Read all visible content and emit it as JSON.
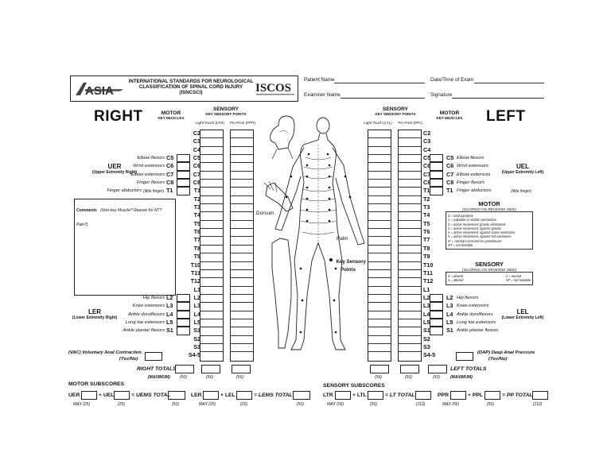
{
  "header": {
    "logo_text": "ASIA",
    "title_lines": [
      "INTERNATIONAL STANDARDS FOR NEUROLOGICAL",
      "CLASSIFICATION OF SPINAL CORD INJURY",
      "(ISNCSCI)"
    ],
    "partner_logo": "ISCOS",
    "patient_name_label": "Patient Name",
    "date_label": "Date/Time of Exam",
    "examiner_label": "Examiner Name",
    "signature_label": "Signature"
  },
  "right": {
    "title": "RIGHT",
    "motor_head": "MOTOR",
    "motor_sub": "KEY MUSCLES",
    "sensory_head": "SENSORY",
    "sensory_sub": "KEY SENSORY POINTS",
    "lt_label": "Light Touch (LTR)",
    "pp_label": "Pin Prick (PPR)",
    "uer_title": "UER",
    "uer_sub": "(Upper Extremity Right)",
    "ler_title": "LER",
    "ler_sub": "(Lower Extremity Right)"
  },
  "left": {
    "title": "LEFT",
    "motor_head": "MOTOR",
    "motor_sub": "KEY MUSCLES",
    "sensory_head": "SENSORY",
    "sensory_sub": "KEY SENSORY POINTS",
    "lt_label": "Light Touch (LTL)",
    "pp_label": "Pin Prick (PPL)",
    "uel_title": "UEL",
    "uel_sub": "(Upper Extremity Left)",
    "lel_title": "LEL",
    "lel_sub": "(Lower Extremity Left)"
  },
  "levels": [
    "C2",
    "C3",
    "C4",
    "C5",
    "C6",
    "C7",
    "C8",
    "T1",
    "T2",
    "T3",
    "T4",
    "T5",
    "T6",
    "T7",
    "T8",
    "T9",
    "T10",
    "T11",
    "T12",
    "L1",
    "L2",
    "L3",
    "L4",
    "L5",
    "S1",
    "S2",
    "S3",
    "S4-5"
  ],
  "upper_muscles": [
    {
      "level": "C5",
      "name": "Elbow flexors"
    },
    {
      "level": "C6",
      "name": "Wrist extensors"
    },
    {
      "level": "C7",
      "name": "Elbow extensors"
    },
    {
      "level": "C8",
      "name": "Finger flexors"
    },
    {
      "level": "T1",
      "name": "Finger abductors",
      "note": "(little finger)"
    }
  ],
  "lower_muscles": [
    {
      "level": "L2",
      "name": "Hip flexors"
    },
    {
      "level": "L3",
      "name": "Knee extensors"
    },
    {
      "level": "L4",
      "name": "Ankle dorsiflexors"
    },
    {
      "level": "L5",
      "name": "Long toe extensors"
    },
    {
      "level": "S1",
      "name": "Ankle plantar flexors"
    }
  ],
  "comments": {
    "label": "Comments",
    "hint": "(Non-key Muscle? Reason for NT? Pain?)"
  },
  "body_labels": {
    "key_points": "Key Sensory",
    "key_points_2": "Points",
    "palm": "Palm",
    "dorsum": "Dorsum"
  },
  "motor_legend": {
    "title": "MOTOR",
    "subtitle": "(SCORING ON REVERSE SIDE)",
    "lines": [
      "0 = total paralysis",
      "1 = palpable or visible contraction",
      "2 = active movement, gravity eliminated",
      "3 = active movement, against gravity",
      "4 = active movement, against some resistance",
      "5 = active movement, against full resistance",
      "5* = normal corrected for pain/disuse",
      "NT = not testable"
    ]
  },
  "sensory_legend": {
    "title": "SENSORY",
    "subtitle": "(SCORING ON REVERSE SIDE)",
    "col1": [
      "0 = absent",
      "1 = altered"
    ],
    "col2": [
      "2 = normal",
      "NT = not testable"
    ]
  },
  "vac": {
    "label": "(VAC) Voluntary Anal Contraction",
    "sub": "(Yes/No)"
  },
  "dap": {
    "label": "(DAP) Deep Anal Pressure",
    "sub": "(Yes/No)"
  },
  "totals": {
    "right_label": "RIGHT TOTALS",
    "left_label": "LEFT TOTALS",
    "max_label": "(MAXIMUM)",
    "right_max": [
      "(50)",
      "(56)",
      "(56)"
    ],
    "left_max": [
      "(56)",
      "(56)",
      "(50)"
    ]
  },
  "motor_subscores": {
    "title": "MOTOR SUBSCORES",
    "uer": "UER",
    "uel": "+ UEL",
    "uems": "= UEMS TOTAL",
    "ler": "LER",
    "lel": "+ LEL",
    "lems": "= LEMS TOTAL",
    "max": [
      "MAX (25)",
      "(25)",
      "(50)",
      "MAX (25)",
      "(25)",
      "(50)"
    ]
  },
  "sensory_subscores": {
    "title": "SENSORY SUBSCORES",
    "ltr": "LTR",
    "ltl": "+ LTL",
    "lt_total": "= LT TOTAL",
    "ppr": "PPR",
    "ppl": "+ PPL",
    "pp_total": "= PP TOTAL",
    "max": [
      "MAX (56)",
      "(56)",
      "(112)",
      "MAX (56)",
      "(56)",
      "(112)"
    ]
  }
}
